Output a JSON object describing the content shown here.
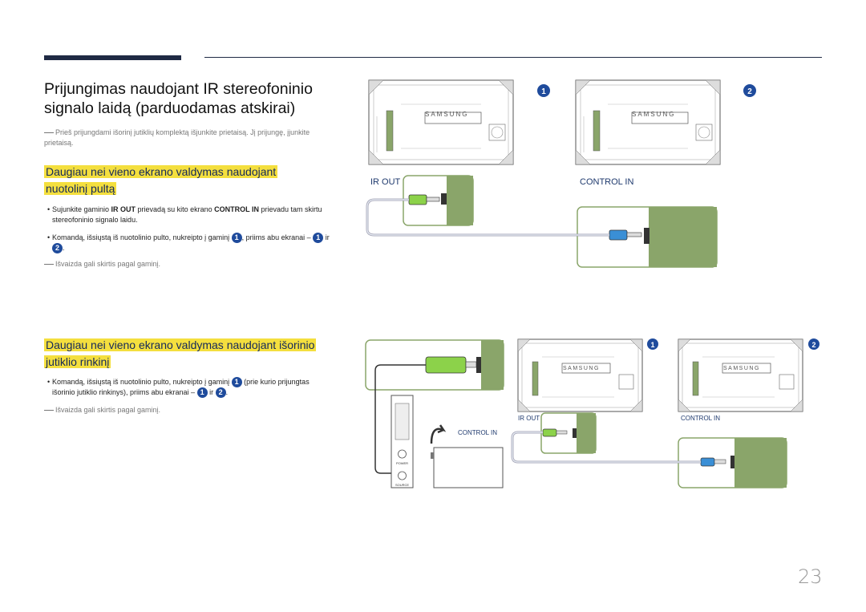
{
  "page_number": "23",
  "title": "Prijungimas naudojant IR stereofoninio signalo laidą (parduodamas atskirai)",
  "intro_note": "Prieš prijungdami išorinį jutiklių komplektą išjunkite prietaisą. Jį prijungę, įjunkite prietaisą.",
  "section1": {
    "heading": "Daugiau nei vieno ekrano valdymas naudojant nuotolinį pultą",
    "bullet1": {
      "pre": "Sujunkite gaminio ",
      "b1": "IR OUT",
      "mid": " prievadą su kito ekrano ",
      "b2": "CONTROL IN",
      "post": " prievadu tam skirtu stereofoninio signalo laidu."
    },
    "bullet2": {
      "pre": "Komandą, išsiųstą iš nuotolinio pulto, nukreipto į gaminį",
      "mid": ", priims abu ekranai –",
      "ir": "ir",
      "end": "."
    },
    "note": "Išvaizda gali skirtis pagal gaminį."
  },
  "section2": {
    "heading": "Daugiau nei vieno ekrano valdymas naudojant išorinio jutiklio rinkinį",
    "bullet1": {
      "pre": "Komandą, išsiųstą iš nuotolinio pulto, nukreipto į gaminį",
      "mid": "(prie kurio prijungtas išorinio jutiklio rinkinys), priims abu ekranai –",
      "ir": "ir",
      "end": "."
    },
    "note": "Išvaizda gali skirtis pagal gaminį."
  },
  "markers": {
    "one": "1",
    "two": "2"
  },
  "diagram1": {
    "ir_out": "IR OUT",
    "control_in": "CONTROL IN"
  },
  "diagram2": {
    "ir_out": "IR OUT",
    "control_in": "CONTROL IN",
    "control_in_sensor": "CONTROL IN",
    "power": "POWER",
    "source": "SOURCE"
  },
  "brand": "SAMSUNG",
  "colors": {
    "accent_bar": "#1f2a44",
    "highlight": "#f4df3e",
    "heading_text": "#14285a",
    "marker": "#1f4b9c",
    "port_panel": "#8aa56a",
    "cable_green": "#8cd24a",
    "cable_blue": "#3a8fd6"
  }
}
